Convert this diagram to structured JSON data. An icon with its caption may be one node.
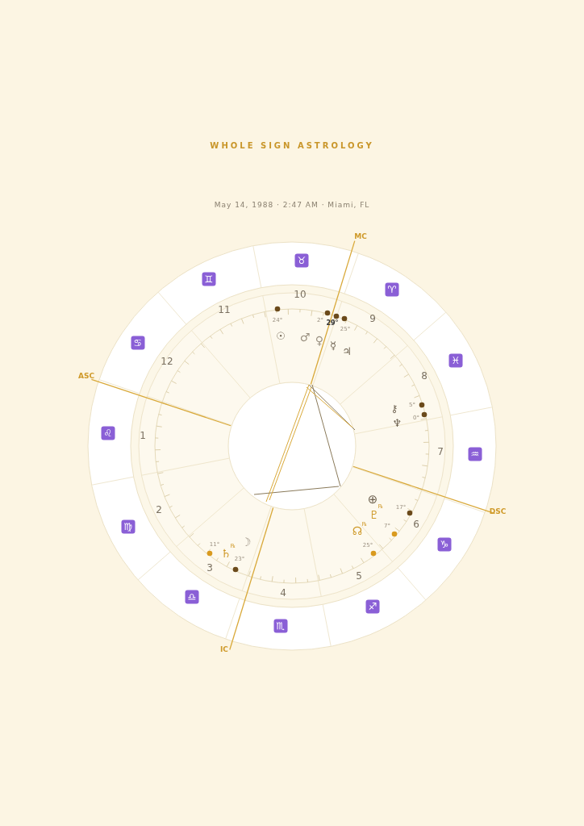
{
  "diagram": {
    "nodes": [
      {
        "text": [
          "♉"
        ]
      },
      {
        "text": [
          "♊"
        ]
      },
      {
        "text": [
          "♈"
        ]
      },
      {
        "text": [
          "♋"
        ]
      },
      {
        "text": [
          "♓"
        ]
      },
      {
        "text": [
          "♌"
        ]
      },
      {
        "text": [
          "♒"
        ]
      },
      {
        "text": [
          "♍"
        ]
      },
      {
        "text": [
          "♑"
        ]
      },
      {
        "text": [
          "♎"
        ]
      },
      {
        "text": [
          "♐"
        ]
      },
      {
        "text": [
          "♏"
        ]
      }
    ],
    "edges": [],
    "labels": [
      "WHOLE SIGN ASTROLOGY",
      "May 14, 1988 · 2:47 AM · Miami, FL",
      "MC",
      "10",
      "11",
      "24°",
      "2°",
      "29°",
      "9",
      "25°",
      "☉",
      "♂",
      "♀",
      "☿",
      "♃",
      "12",
      "ASC",
      "8",
      "5°",
      "⚷",
      "0°",
      "♆",
      "1",
      "7",
      "⊕",
      "17°",
      "2",
      "DSC",
      "♇",
      "℞",
      "6",
      "7°",
      "☊",
      "℞",
      "☽",
      "11°",
      "♄",
      "℞",
      "25°",
      "23°",
      "3",
      "5",
      "4",
      "IC"
    ]
  }
}
